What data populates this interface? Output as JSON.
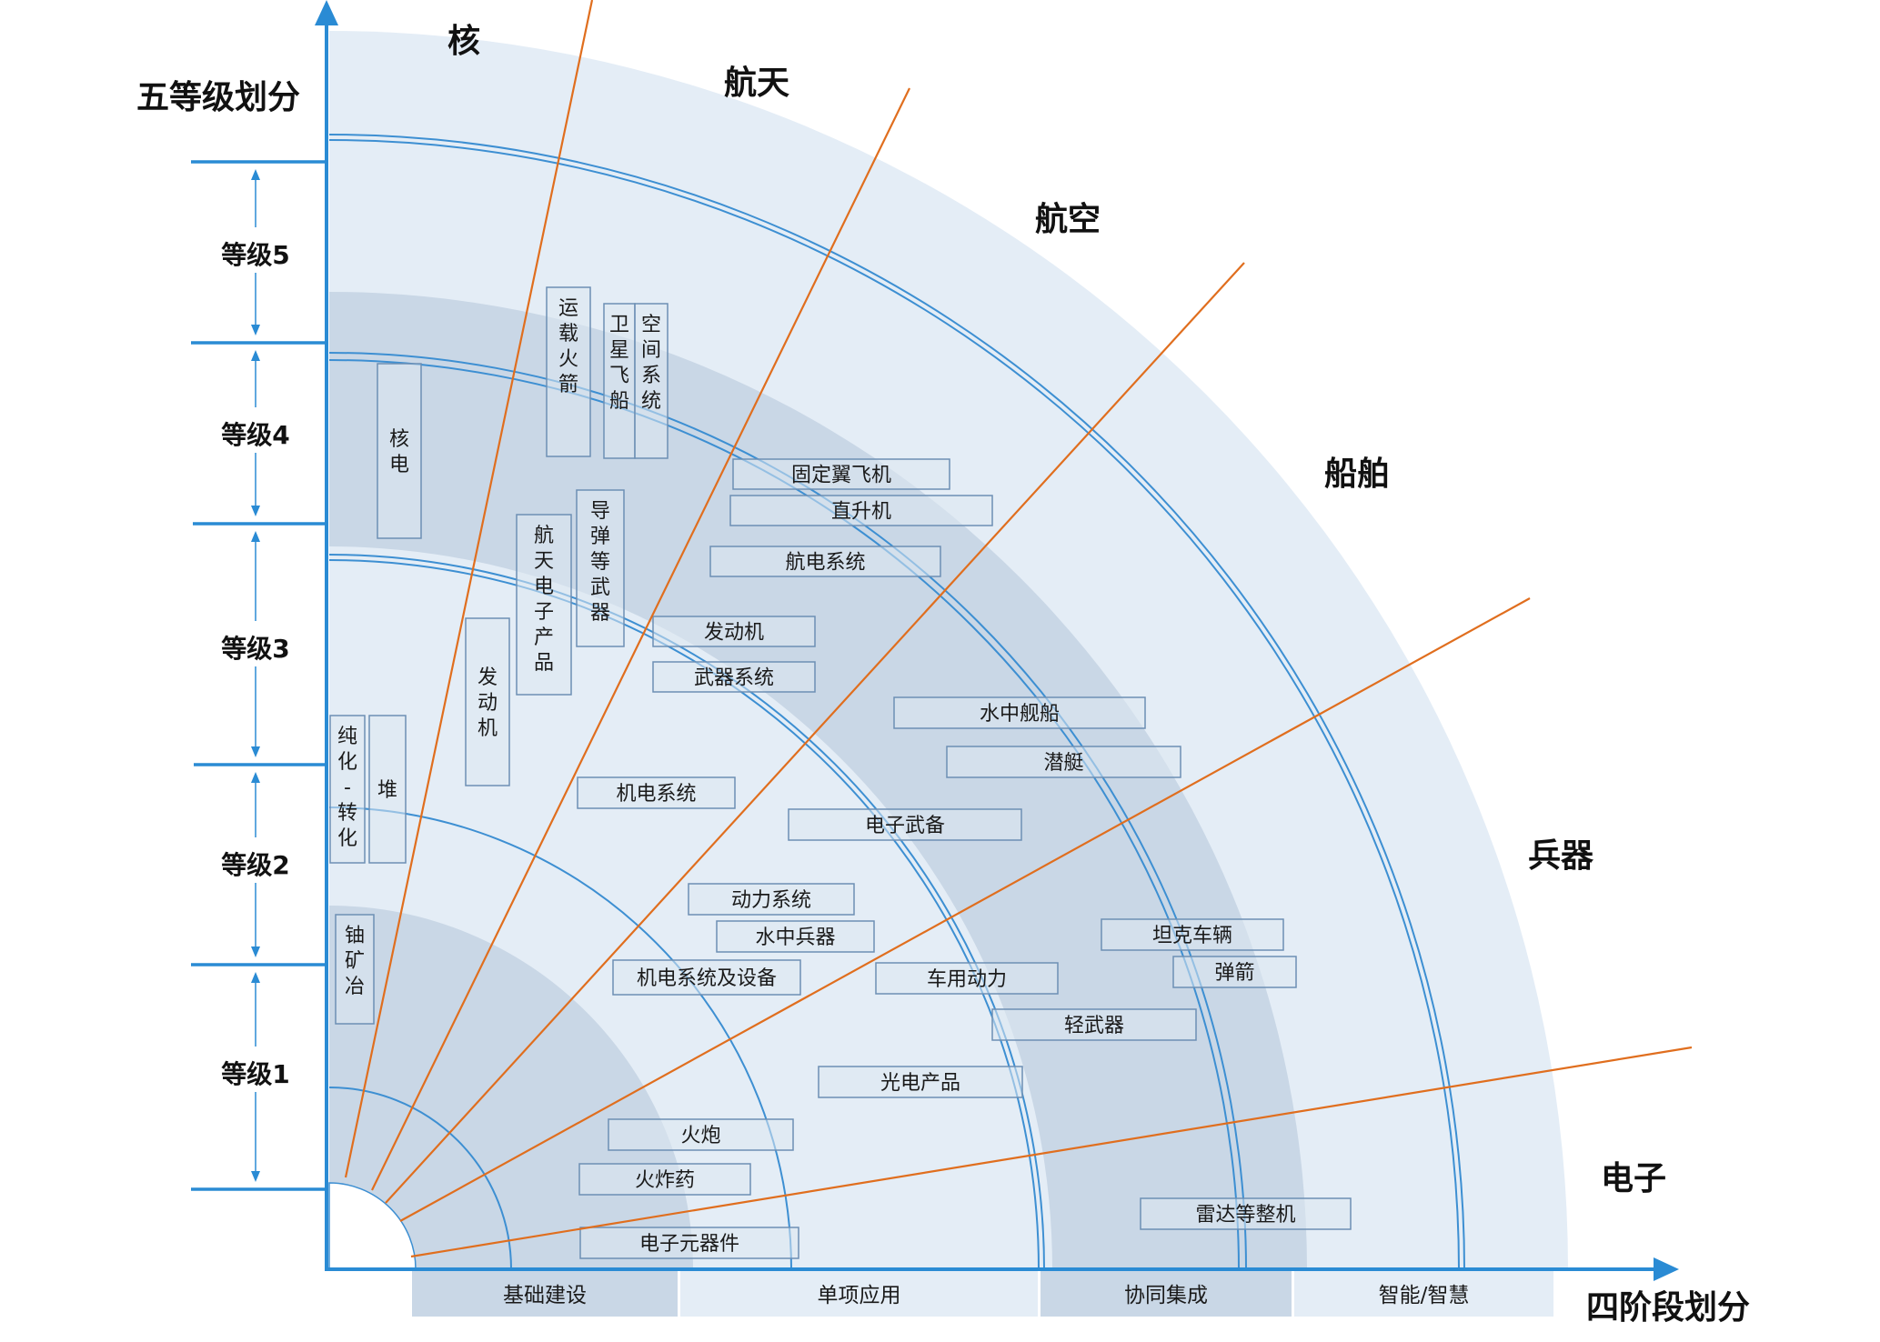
{
  "colors": {
    "axis": "#2a8bd4",
    "ray": "#e06e1e",
    "arc": "#3d8fd2",
    "band_light": "#e4edf6",
    "band_mid": "#c9d7e6",
    "box_border": "#6d8fb4",
    "box_fill": "#dde7f1"
  },
  "titles": {
    "y_axis": "五等级划分",
    "x_axis": "四阶段划分"
  },
  "levels": [
    "等级1",
    "等级2",
    "等级3",
    "等级4",
    "等级5"
  ],
  "stages": [
    "基础建设",
    "单项应用",
    "协同集成",
    "智能/智慧"
  ],
  "sectors": [
    "核",
    "航天",
    "航空",
    "船舶",
    "兵器",
    "电子"
  ],
  "boxes": {
    "uranium_mining": "铀矿冶",
    "purification": "纯化-转化",
    "reactor": "堆",
    "nuclear_power": "核电",
    "launch_vehicle": "运载火箭",
    "satellite_spacecraft": "卫星飞船",
    "space_system": "空间系统",
    "engine_vertical": "发动机",
    "space_electronics": "航天电子产品",
    "missile_weapons": "导弹等武器",
    "fixed_wing": "固定翼飞机",
    "helicopter": "直升机",
    "avionics": "航电系统",
    "engine": "发动机",
    "weapon_system": "武器系统",
    "underwater_ship": "水中舰船",
    "submarine": "潜艇",
    "electromech_system": "机电系统",
    "electronic_arms": "电子武备",
    "power_system": "动力系统",
    "underwater_weapons": "水中兵器",
    "electromech_equipment": "机电系统及设备",
    "vehicle_power": "车用动力",
    "tank": "坦克车辆",
    "ammunition": "弹箭",
    "light_weapons": "轻武器",
    "optoelectronic": "光电产品",
    "artillery": "火炮",
    "explosives": "火炸药",
    "radar": "雷达等整机",
    "components": "电子元器件"
  }
}
